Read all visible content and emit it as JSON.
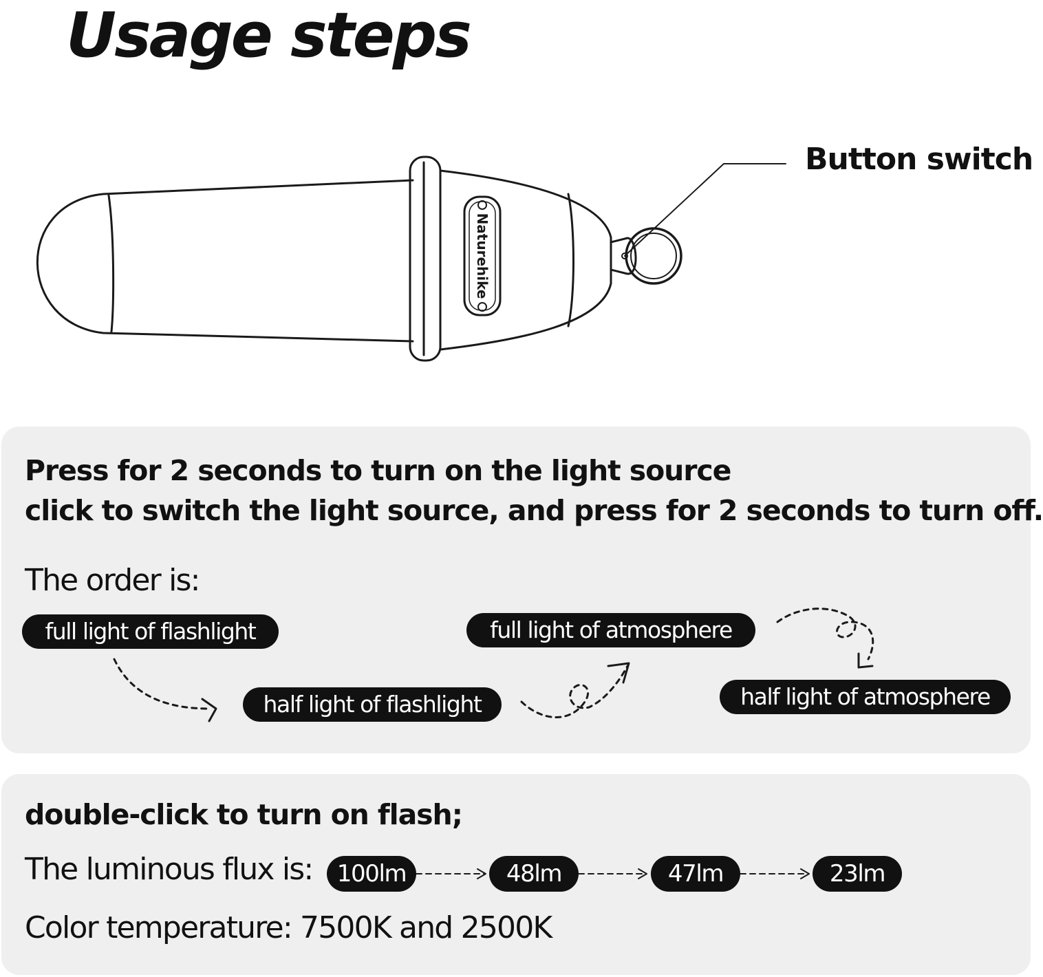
{
  "title": "Usage steps",
  "device": {
    "brand_label": "Naturehike",
    "callout_label": "Button switch"
  },
  "instructions": {
    "line1": "Press for 2 seconds to turn on the light source",
    "line2": "click to switch the light source, and press for 2 seconds to turn off.",
    "order_label": "The order is:",
    "modes": [
      "full light of flashlight",
      "half light of flashlight",
      "full light of atmosphere",
      "half light of atmosphere"
    ]
  },
  "flash": {
    "heading": "double-click to turn on flash;",
    "flux_label": "The luminous flux is:",
    "flux_values": [
      "100lm",
      "48lm",
      "47lm",
      "23lm"
    ],
    "color_temp": "Color temperature: 7500K and 2500K"
  },
  "colors": {
    "pill_fill": "#111111",
    "panel_bg": "#efefef",
    "text": "#111111"
  }
}
